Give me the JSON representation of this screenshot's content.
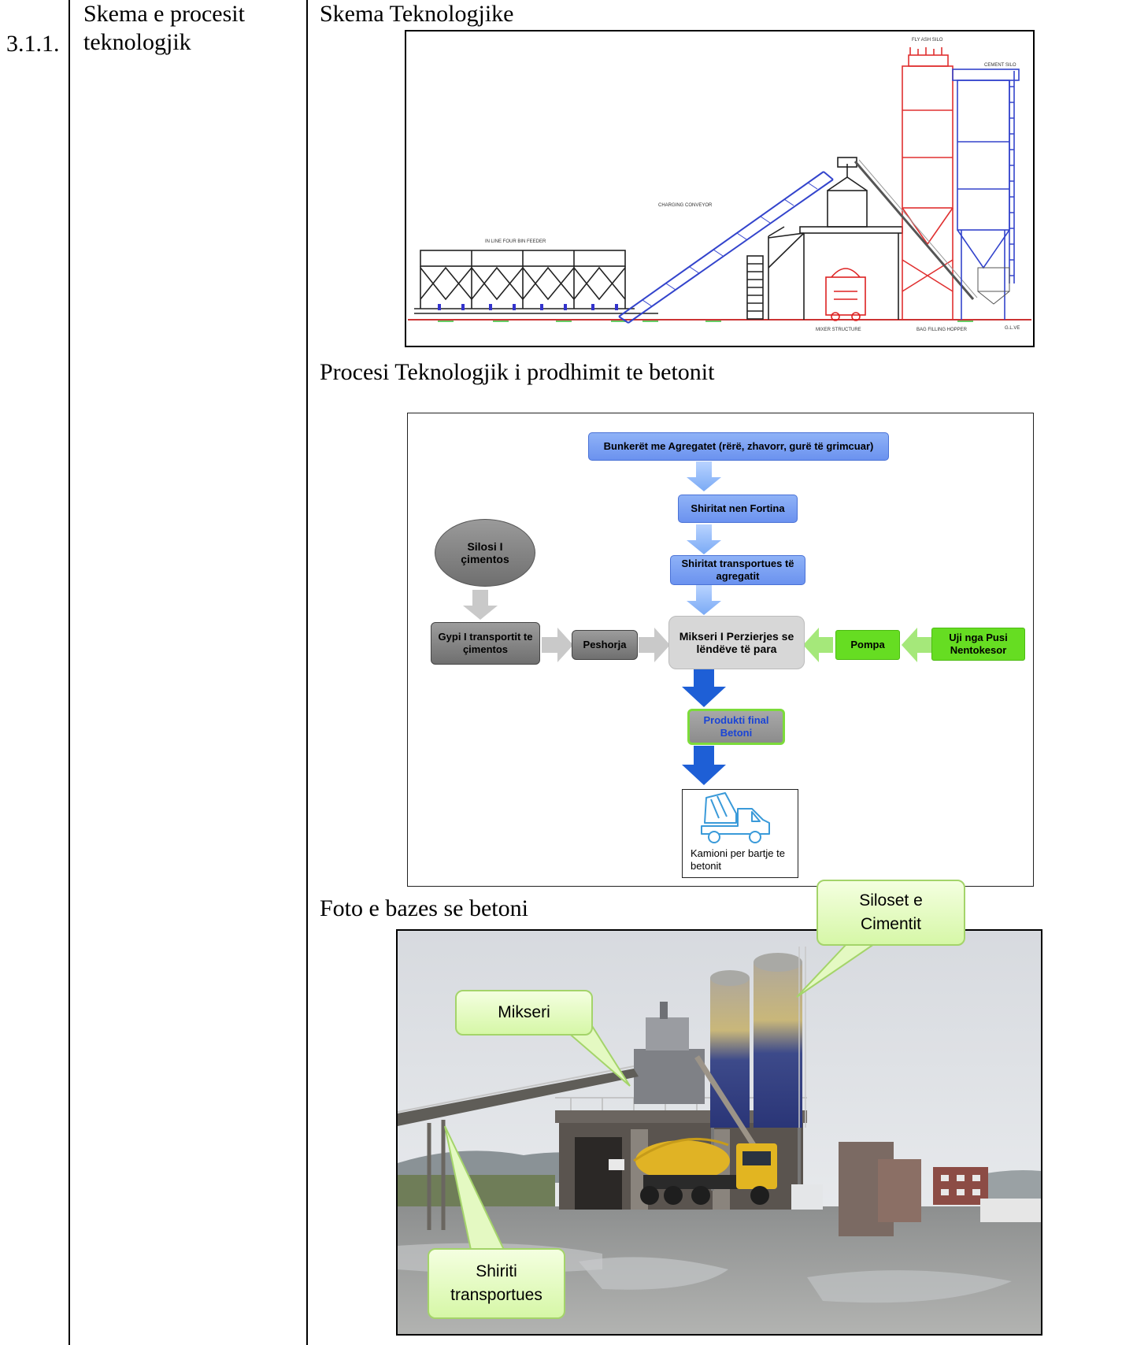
{
  "row": {
    "number": "3.1.1.",
    "heading_line1": "Skema e procesit",
    "heading_line2": "teknologjik"
  },
  "schema": {
    "title": "Skema  Teknologjike",
    "labels": {
      "fly_ash": "FLY ASH SILO",
      "cement": "CEMENT SILO",
      "conveyor": "CHARGING CONVEYOR",
      "feeder": "IN LINE FOUR BIN FEEDER",
      "mixer": "MIXER STRUCTURE",
      "bag": "BAG FILLING HOPPER",
      "level": "G.L.VE"
    }
  },
  "process": {
    "title": "Procesi  Teknologjik  i prodhimit te betonit",
    "bunkers": "Bunkerët me Agregatet (rërë, zhavorr, gurë të grimcuar)",
    "belts_under": "Shiritat nen Fortina",
    "belts_transport": "Shiritat transportues të agregatit",
    "silo": "Silosi I çimentos",
    "pipe": "Gypi I transportit te çimentos",
    "scale": "Peshorja",
    "mixer": "Mikseri I Perzierjes se lëndëve të para",
    "pump": "Pompa",
    "water": "Uji nga Pusi Nentokesor",
    "product": "Produkti final Betoni",
    "truck": "Kamioni per bartje te betonit"
  },
  "photo": {
    "title": "Foto e bazes se betoni",
    "callout_silos": "Siloset e Cimentit",
    "callout_mixer": "Mikseri",
    "callout_belt": "Shiriti transportues"
  },
  "colors": {
    "blue_box": "#7ea2f3",
    "green_box": "#66dd22",
    "grey_box": "#8a8a8a",
    "arrow_blue": "#1e5fd6"
  }
}
